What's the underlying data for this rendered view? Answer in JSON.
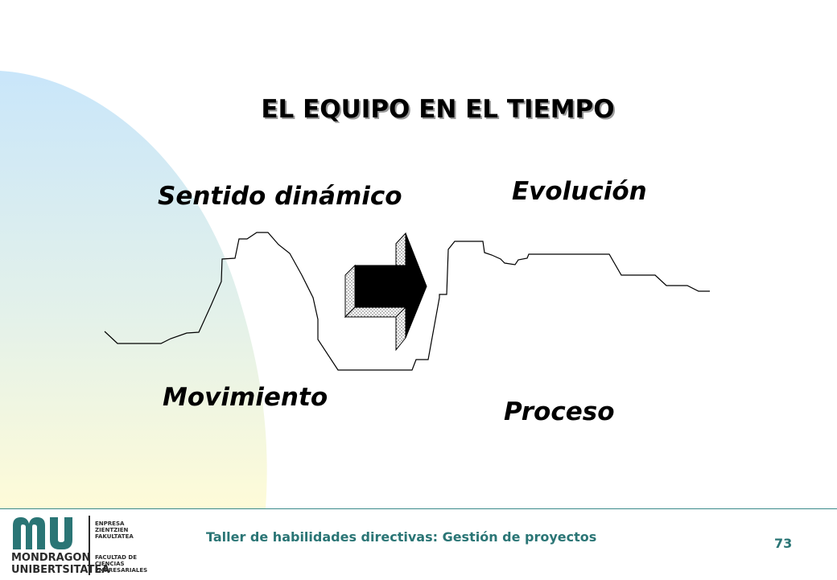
{
  "title": "EL EQUIPO EN EL TIEMPO",
  "labels": {
    "left_top": "Sentido dinámico",
    "left_bottom": "Movimiento",
    "right_top": "Evolución",
    "right_bottom": "Proceso"
  },
  "footer": {
    "text": "Taller de habilidades directivas: Gestión de proyectos",
    "page_number": "73"
  },
  "logo": {
    "name_lines": [
      "MONDRAGON",
      "UNIBERTSITATEA"
    ],
    "block1": [
      "ENPRESA",
      "ZIENTZIEN",
      "FAKULTATEA"
    ],
    "block2": [
      "FACULTAD DE",
      "CIENCIAS",
      "EMPRESARIALES"
    ]
  },
  "colors": {
    "background_gradient_top": "#c9e6fa",
    "background_gradient_bottom": "#fefbd8",
    "footer_text": "#2a7575",
    "logo_accent": "#2a7575"
  }
}
